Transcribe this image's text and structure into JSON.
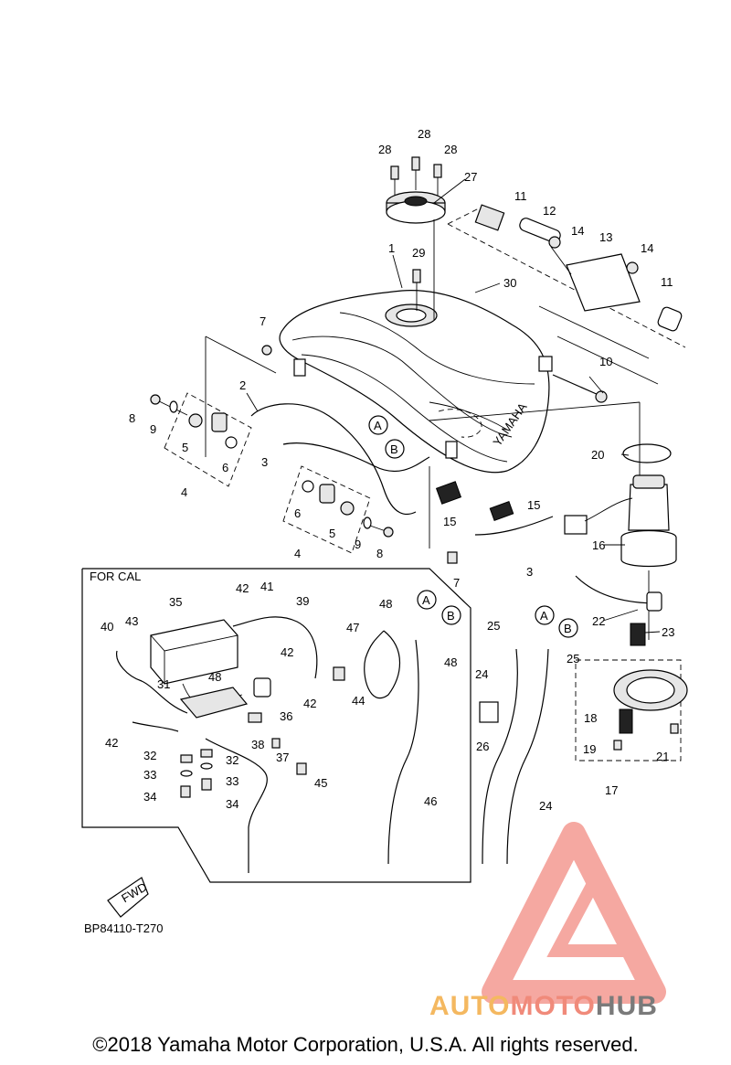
{
  "diagram": {
    "box_label": "FOR CAL",
    "reference_code": "BP84110-T270",
    "fwd_label": "FWD",
    "tank_brand": "YAMAHA",
    "copyright": "©2018 Yamaha Motor Corporation, U.S.A. All rights reserved.",
    "watermark": {
      "auto": "AUTO",
      "moto": "MOTO",
      "hub": "HUB",
      "color_auto": "#f4b860",
      "color_moto": "#f08a7a",
      "color_hub": "#7a7a7a",
      "logo_color": "#f28b82"
    },
    "connector_letters": {
      "a": "A",
      "b": "B"
    },
    "callouts": [
      "1",
      "2",
      "3",
      "4",
      "5",
      "6",
      "7",
      "8",
      "9",
      "10",
      "11",
      "12",
      "13",
      "14",
      "15",
      "16",
      "17",
      "18",
      "19",
      "20",
      "21",
      "22",
      "23",
      "24",
      "25",
      "26",
      "27",
      "28",
      "29",
      "30",
      "31",
      "32",
      "33",
      "34",
      "35",
      "36",
      "37",
      "38",
      "39",
      "40",
      "41",
      "42",
      "43",
      "44",
      "45",
      "46",
      "47",
      "48"
    ]
  }
}
